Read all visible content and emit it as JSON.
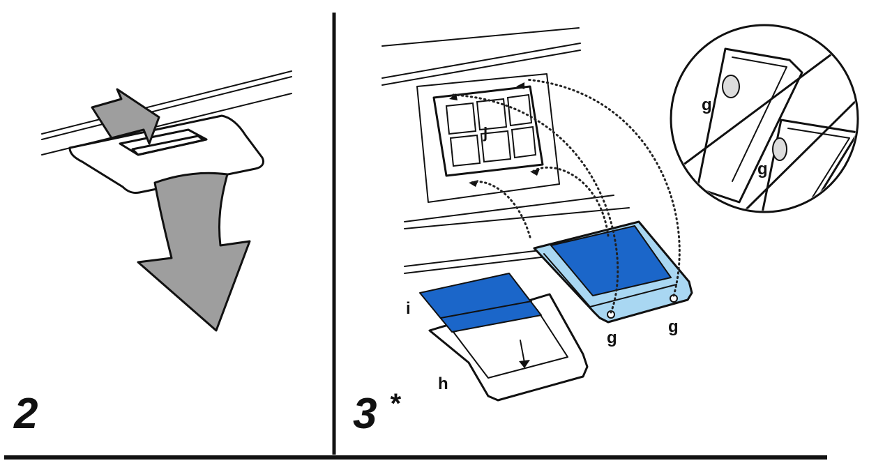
{
  "steps": {
    "step2": {
      "number": "2"
    },
    "step3": {
      "number": "3",
      "marker": "*"
    }
  },
  "callouts": {
    "g": "g",
    "h": "h",
    "i": "i",
    "j": "j"
  },
  "colors": {
    "filter_blue": "#1b66c9",
    "tray_light_blue": "#a9d7f2",
    "arrow_gray": "#9e9e9e",
    "line": "#111111"
  }
}
